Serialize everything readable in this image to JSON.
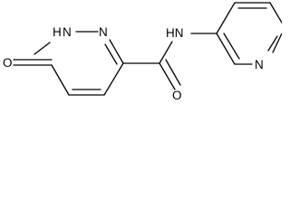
{
  "molecule": {
    "atoms": {
      "oxo_O": "O",
      "ring_NH": "N",
      "ring_NH_H": "H",
      "ring_N": "N",
      "amide_NH": "HN",
      "amide_O": "O",
      "pyridine_N": "N"
    }
  }
}
